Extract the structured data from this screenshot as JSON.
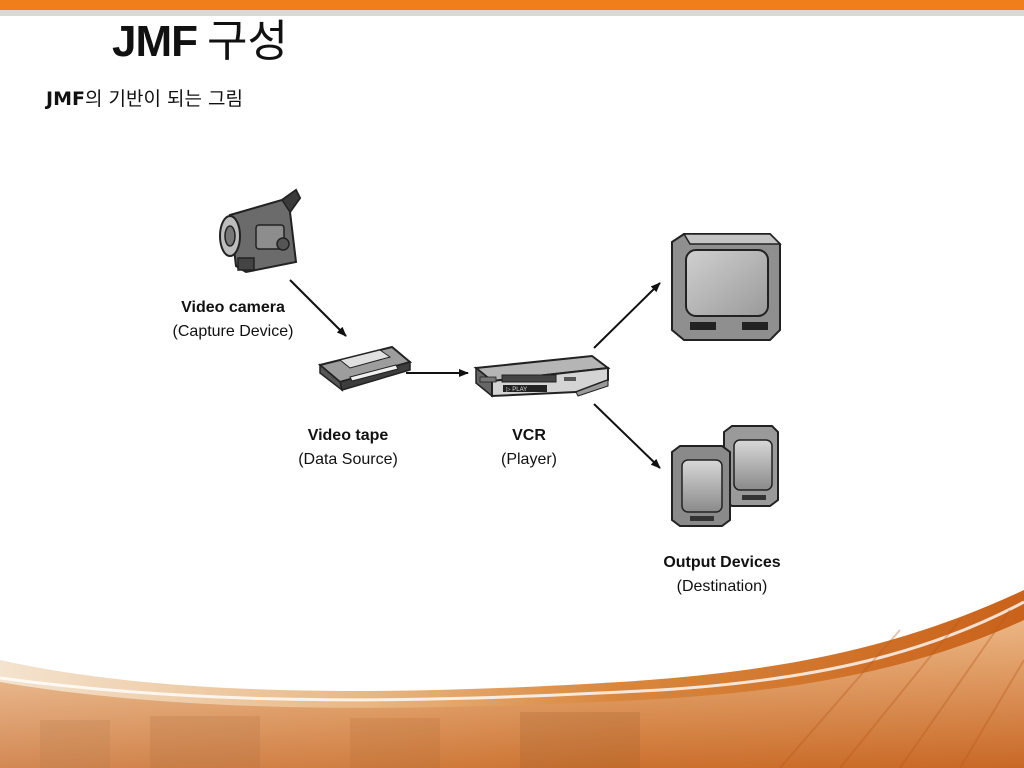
{
  "slide": {
    "title_bold": "JMF",
    "title_rest": "구성",
    "subtitle_bold": "JMF",
    "subtitle_rest": "의 기반이 되는 그림"
  },
  "diagram": {
    "nodes": [
      {
        "id": "camera",
        "name": "Video camera",
        "role": "(Capture Device)",
        "icon": "video-camera-icon"
      },
      {
        "id": "tape",
        "name": "Video tape",
        "role": "(Data Source)",
        "icon": "video-tape-icon"
      },
      {
        "id": "vcr",
        "name": "VCR",
        "role": "(Player)",
        "icon": "vcr-icon"
      },
      {
        "id": "output",
        "name": "Output Devices",
        "role": "(Destination)",
        "icons": [
          "television-icon",
          "speakers-icon"
        ]
      }
    ],
    "vcr_display_text": "▷ PLAY",
    "edges": [
      {
        "from": "camera",
        "to": "tape"
      },
      {
        "from": "tape",
        "to": "vcr"
      },
      {
        "from": "vcr",
        "to": "television"
      },
      {
        "from": "vcr",
        "to": "speakers"
      }
    ]
  },
  "colors": {
    "top_bar": "#f07e1a",
    "accent_orange": "#e8781a"
  }
}
